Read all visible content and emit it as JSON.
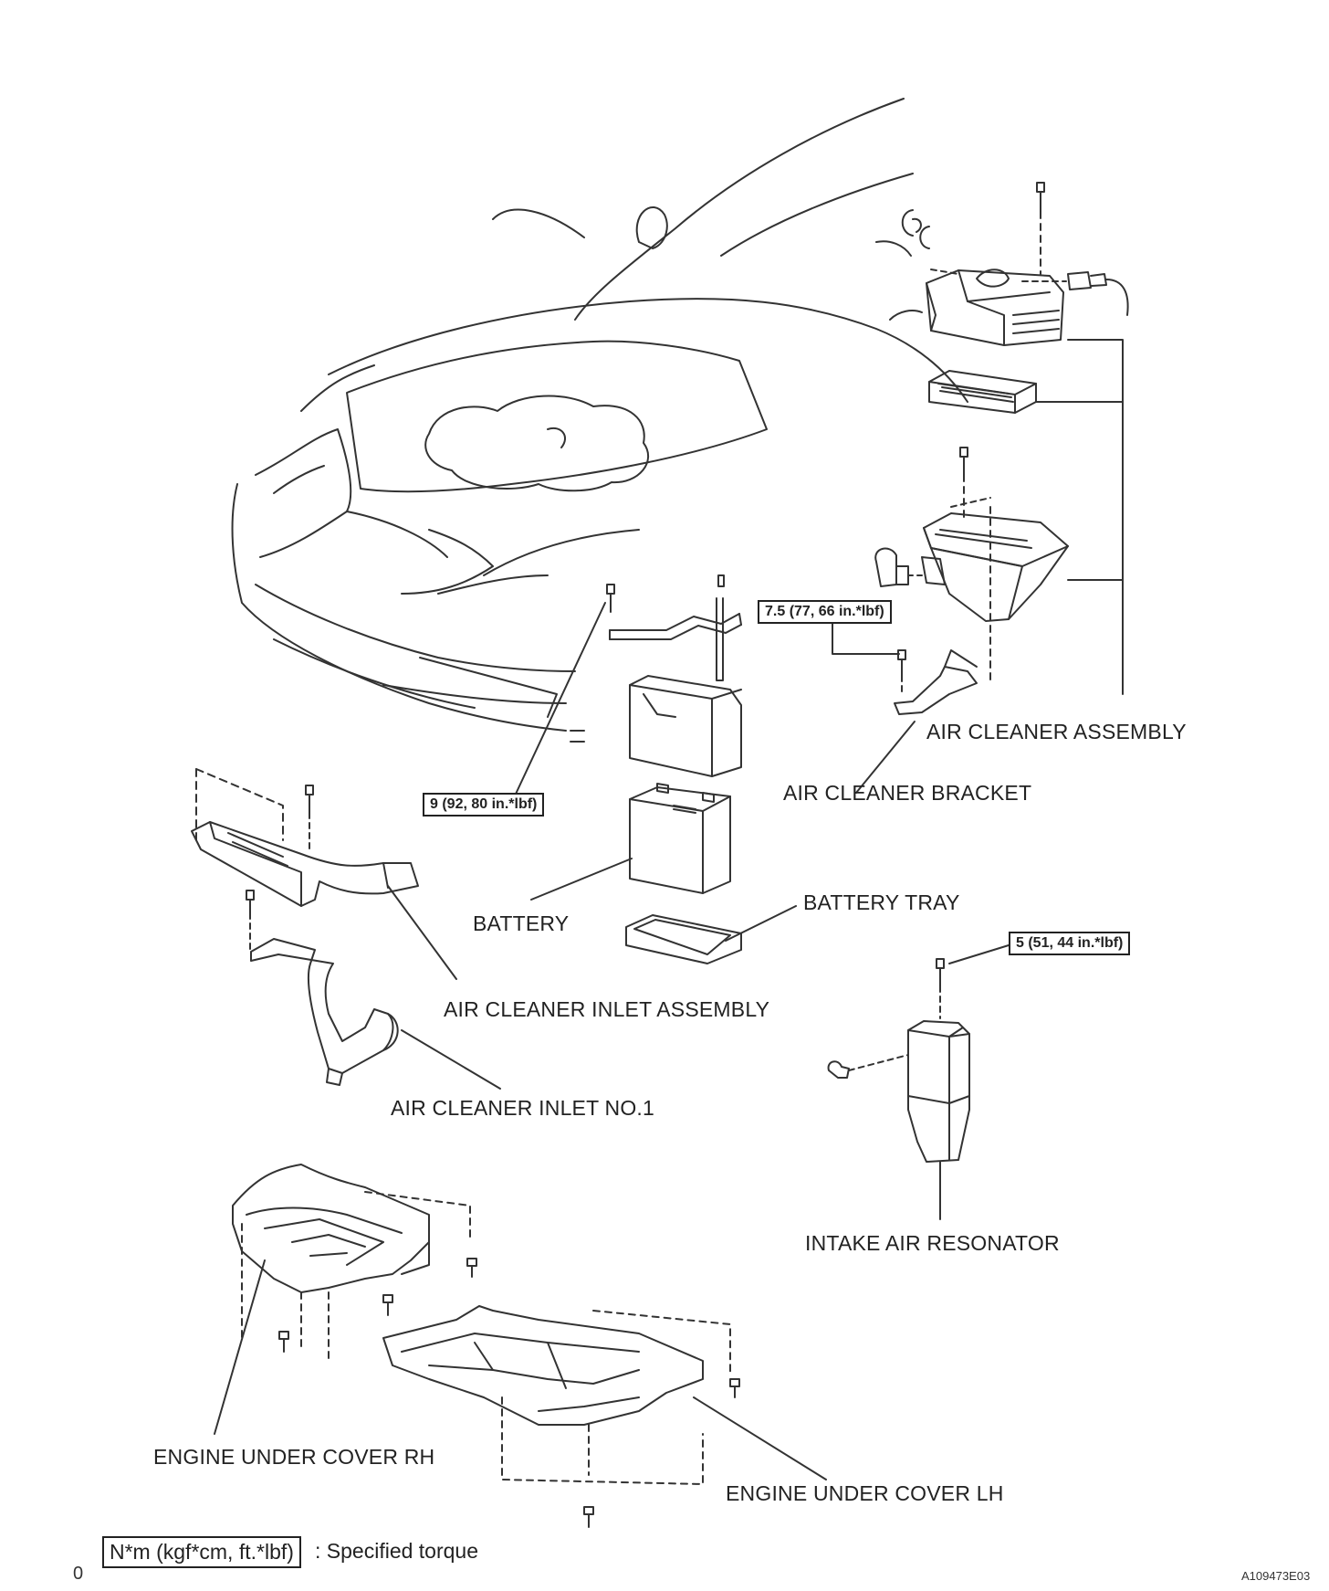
{
  "labels": {
    "air_cleaner_assembly": "AIR CLEANER ASSEMBLY",
    "air_cleaner_bracket": "AIR CLEANER BRACKET",
    "battery": "BATTERY",
    "battery_tray": "BATTERY TRAY",
    "air_cleaner_inlet_assembly": "AIR CLEANER INLET ASSEMBLY",
    "air_cleaner_inlet_no1": "AIR CLEANER INLET NO.1",
    "intake_air_resonator": "INTAKE AIR RESONATOR",
    "engine_under_cover_rh": "ENGINE UNDER COVER RH",
    "engine_under_cover_lh": "ENGINE UNDER COVER LH"
  },
  "torque": {
    "bracket_bolt": "7.5 (77, 66 in.*lbf)",
    "battery_clamp": "9 (92, 80 in.*lbf)",
    "resonator_bolt": "5 (51, 44 in.*lbf)"
  },
  "legend": {
    "units": "N*m (kgf*cm, ft.*lbf)",
    "description": ": Specified torque"
  },
  "footer": {
    "figure_code": "A109473E03",
    "page_marker": "0"
  }
}
